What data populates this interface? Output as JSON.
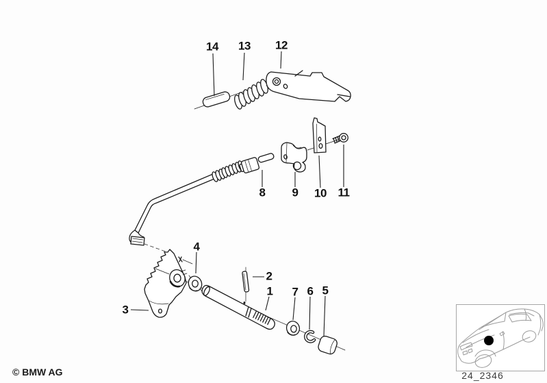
{
  "diagram": {
    "copyright": "© BMW AG",
    "code": "24_2346"
  },
  "callouts": [
    {
      "num": "1"
    },
    {
      "num": "2"
    },
    {
      "num": "3"
    },
    {
      "num": "4"
    },
    {
      "num": "5"
    },
    {
      "num": "6"
    },
    {
      "num": "7"
    },
    {
      "num": "8"
    },
    {
      "num": "9"
    },
    {
      "num": "10"
    },
    {
      "num": "11"
    },
    {
      "num": "12"
    },
    {
      "num": "13"
    },
    {
      "num": "14"
    }
  ],
  "colors": {
    "ink": "#1b1b1b",
    "background": "#ffffff",
    "inset_line": "#9b9b9b",
    "location_dot": "#000000"
  }
}
